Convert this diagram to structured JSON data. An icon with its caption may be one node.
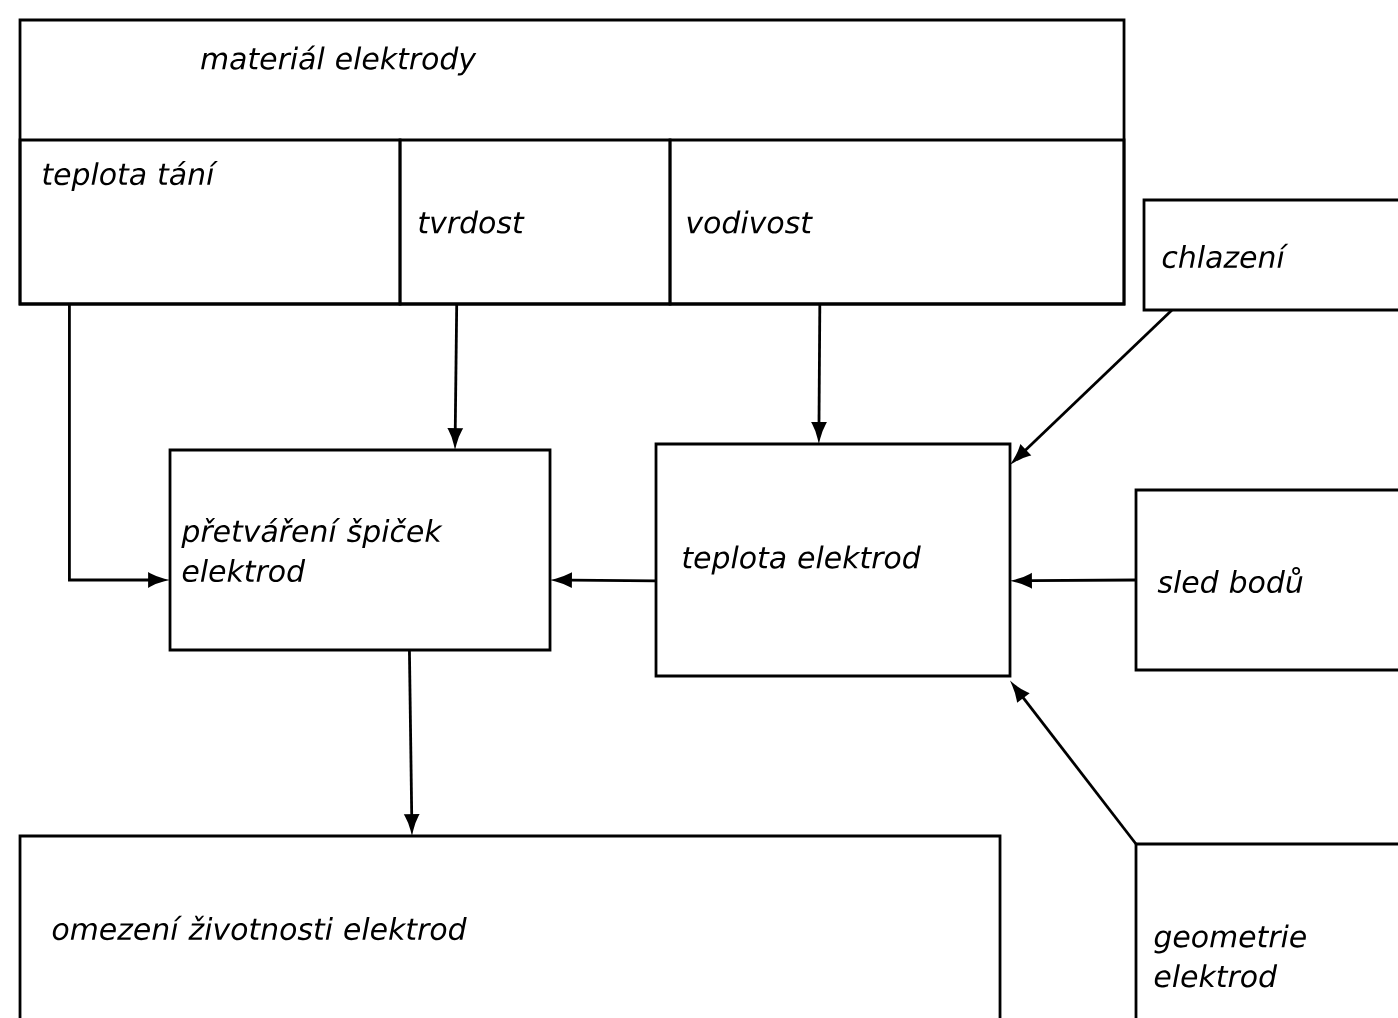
{
  "diagram": {
    "nodes": [
      {
        "text": [
          "materiál elektrody"
        ]
      },
      {
        "text": [
          "teplota tání"
        ],
        "in": 0
      },
      {
        "text": [
          "tvrdost"
        ],
        "in": 0
      },
      {
        "text": [
          "vodivost"
        ],
        "in": 0
      },
      {
        "text": [
          "chlazení"
        ]
      },
      {
        "text": [
          "přetváření špiček elektrod"
        ]
      },
      {
        "text": [
          "teplota elektrod"
        ]
      },
      {
        "text": [
          "sled bodů"
        ]
      },
      {
        "text": [
          "omezení životnosti elektrod"
        ]
      },
      {
        "text": [
          "geometrie elektrod"
        ]
      }
    ],
    "edges": [
      {
        "from": 1,
        "to": 5,
        "arrow": "to"
      },
      {
        "from": 2,
        "to": 5,
        "arrow": "to"
      },
      {
        "from": 3,
        "to": 6,
        "arrow": "to"
      },
      {
        "from": 4,
        "to": 6,
        "arrow": "to"
      },
      {
        "from": 7,
        "to": 6,
        "arrow": "to"
      },
      {
        "from": 6,
        "to": 5,
        "arrow": "to"
      },
      {
        "from": 5,
        "to": 8,
        "arrow": "to"
      },
      {
        "from": 9,
        "to": 6,
        "arrow": "to"
      }
    ]
  }
}
